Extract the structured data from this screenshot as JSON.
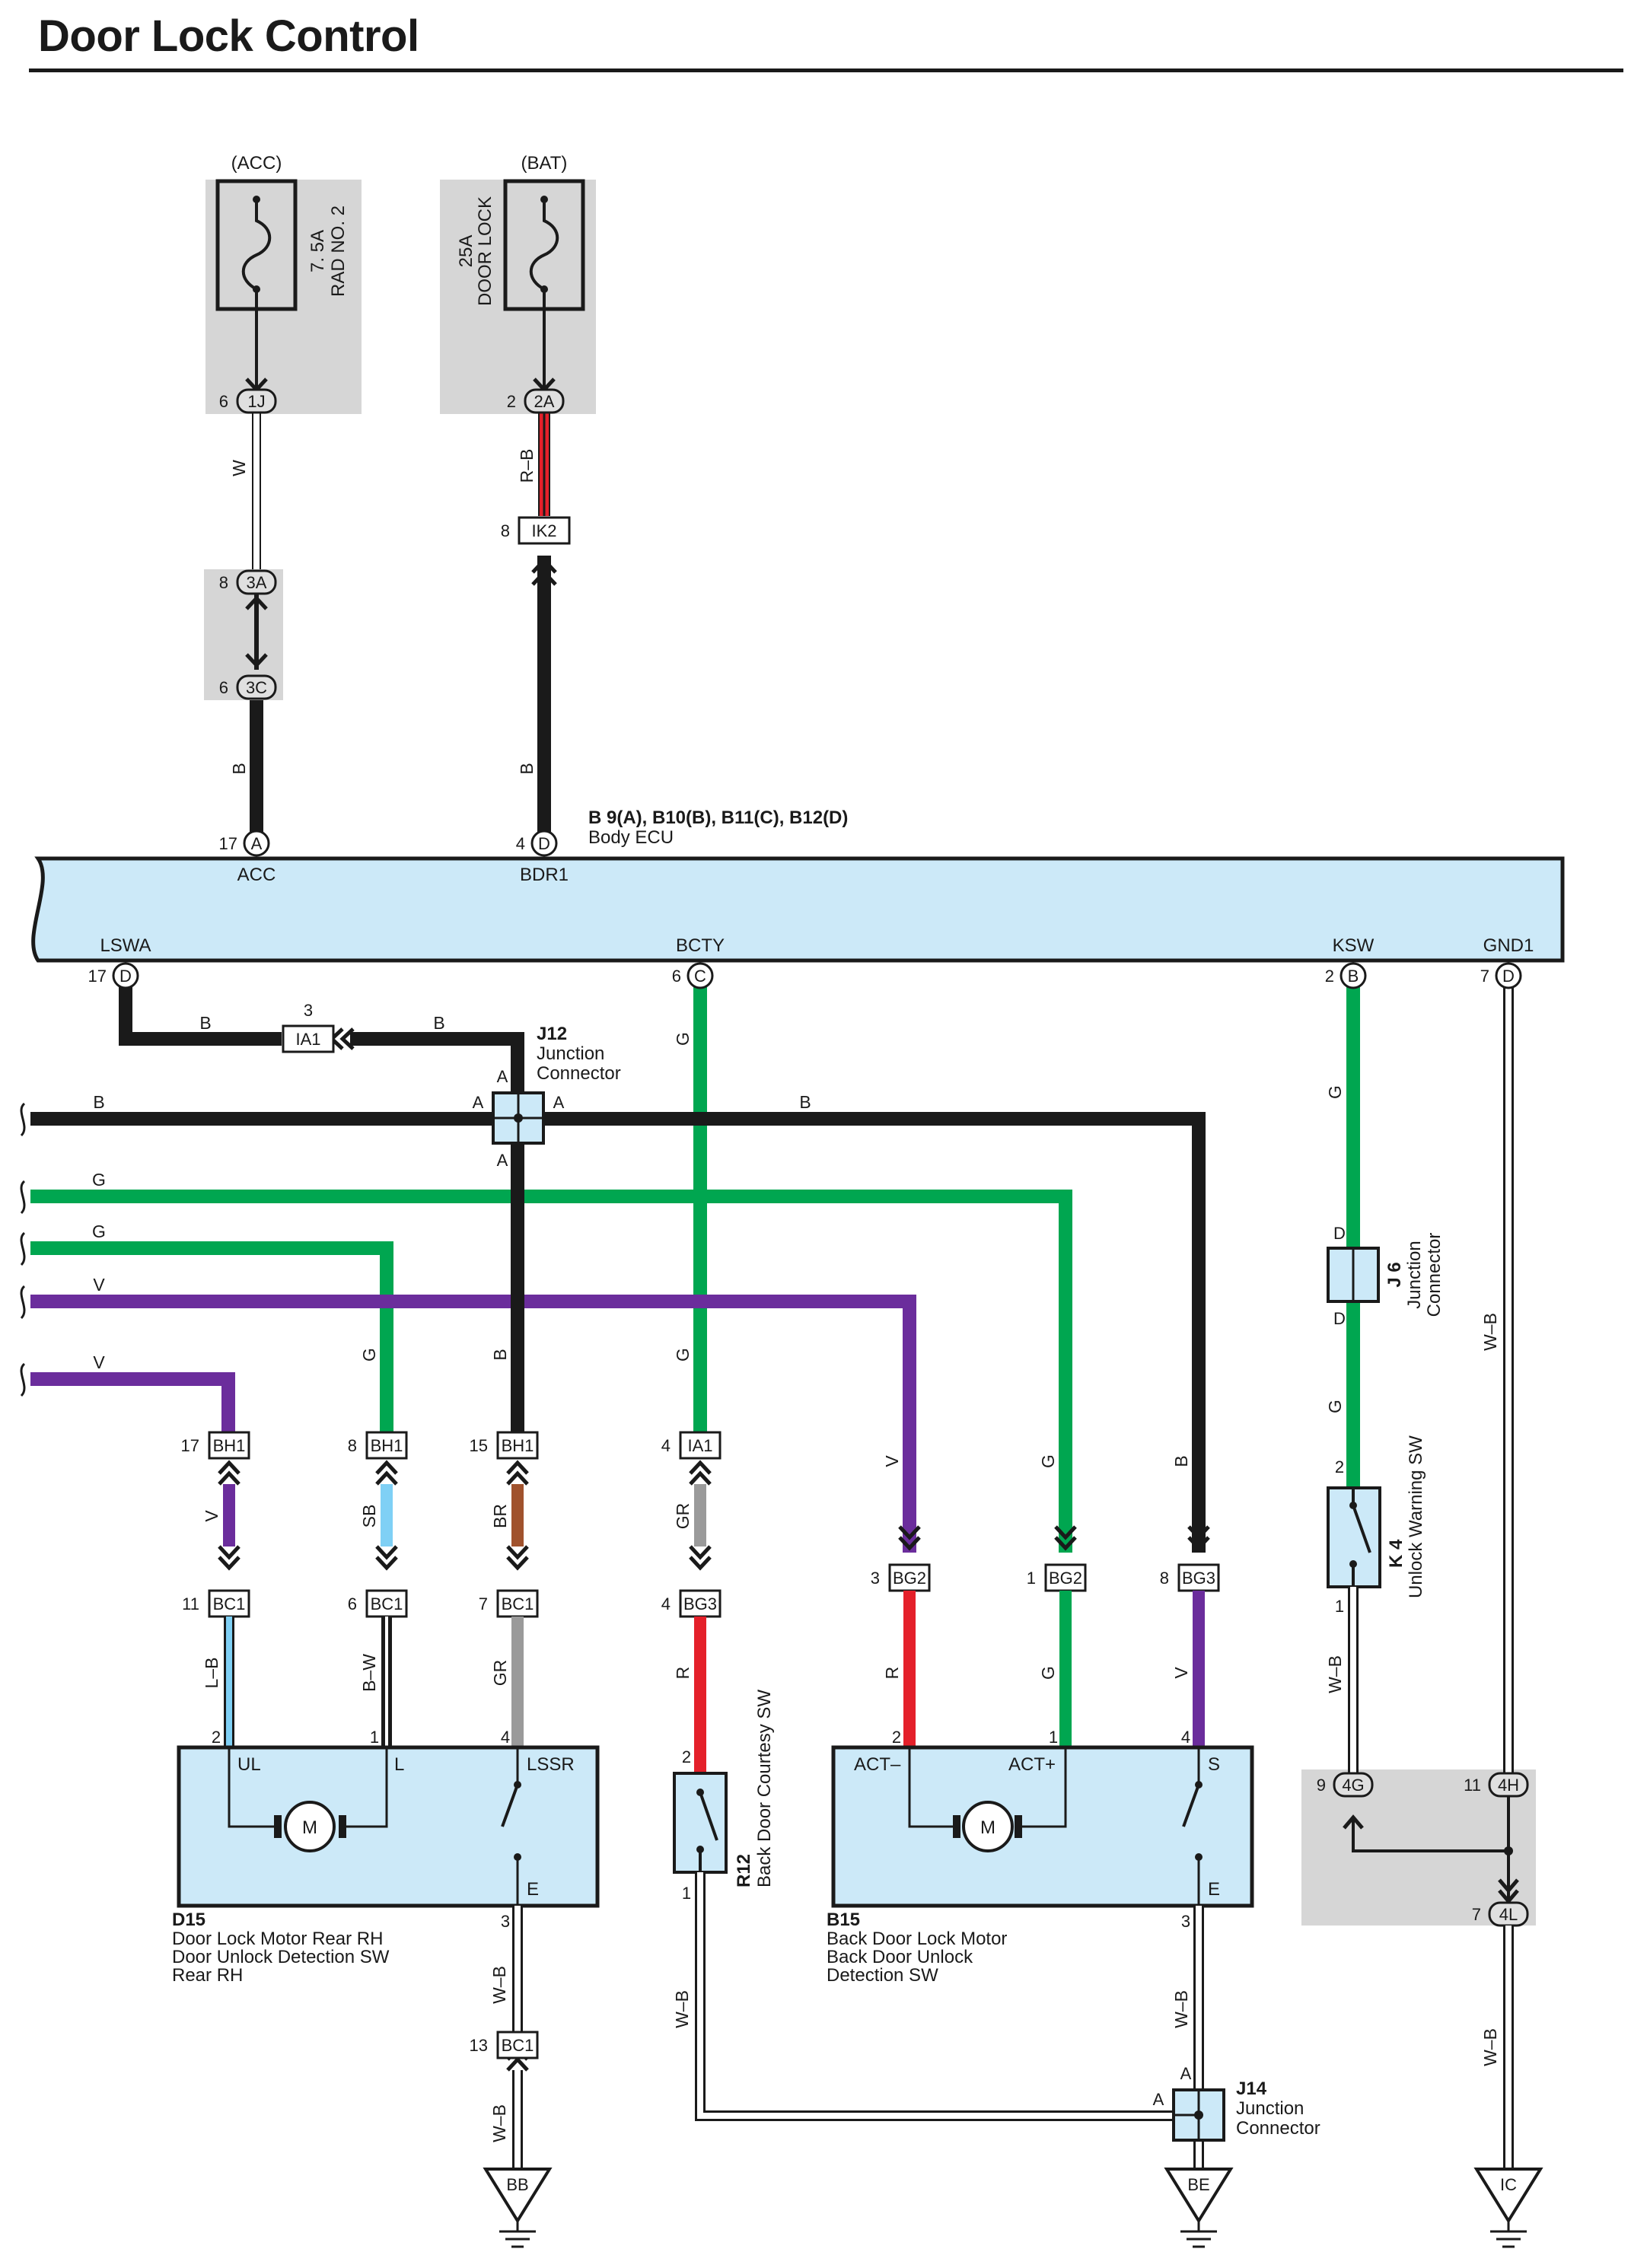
{
  "title": "Door Lock Control",
  "colors": {
    "black": "#1a1a1a",
    "green": "#00a650",
    "purple": "#6b2d9c",
    "red": "#e4202a",
    "light_blue": "#7fd0f5",
    "brown": "#a0522d",
    "gray": "#9a9a9a",
    "ecu_fill": "#cce9f8",
    "shade": "#d6d6d6"
  },
  "fuses": [
    {
      "source": "(ACC)",
      "line1": "7. 5A",
      "line2": "RAD NO. 2"
    },
    {
      "source": "(BAT)",
      "line1": "25A",
      "line2": "DOOR LOCK"
    }
  ],
  "ecu": {
    "refs": "B 9(A), B10(B), B11(C), B12(D)",
    "name": "Body ECU",
    "top_pins": [
      {
        "name": "ACC",
        "pin": "17",
        "conn": "A"
      },
      {
        "name": "BDR1",
        "pin": "4",
        "conn": "D"
      }
    ],
    "bottom_pins": [
      {
        "name": "LSWA",
        "pin": "17",
        "conn": "D"
      },
      {
        "name": "BCTY",
        "pin": "6",
        "conn": "C"
      },
      {
        "name": "KSW",
        "pin": "2",
        "conn": "B"
      },
      {
        "name": "GND1",
        "pin": "7",
        "conn": "D"
      }
    ]
  },
  "connectors": {
    "c1J": {
      "pin": "6",
      "id": "1J"
    },
    "c2A": {
      "pin": "2",
      "id": "2A"
    },
    "c3A": {
      "pin": "8",
      "id": "3A"
    },
    "c3C": {
      "pin": "6",
      "id": "3C"
    },
    "cIK2": {
      "pin": "8",
      "id": "IK2"
    },
    "cIA1a": {
      "pin": "3",
      "id": "IA1"
    },
    "cBH1a": {
      "pin": "17",
      "id": "BH1"
    },
    "cBH1b": {
      "pin": "8",
      "id": "BH1"
    },
    "cBH1c": {
      "pin": "15",
      "id": "BH1"
    },
    "cIA1b": {
      "pin": "4",
      "id": "IA1"
    },
    "cBC1a": {
      "pin": "11",
      "id": "BC1"
    },
    "cBC1b": {
      "pin": "6",
      "id": "BC1"
    },
    "cBC1c": {
      "pin": "7",
      "id": "BC1"
    },
    "cBG3a": {
      "pin": "4",
      "id": "BG3"
    },
    "cBG2a": {
      "pin": "3",
      "id": "BG2"
    },
    "cBG2b": {
      "pin": "1",
      "id": "BG2"
    },
    "cBG3b": {
      "pin": "8",
      "id": "BG3"
    },
    "cBC1d": {
      "pin": "13",
      "id": "BC1"
    },
    "c4G": {
      "pin": "9",
      "id": "4G"
    },
    "c4H": {
      "pin": "11",
      "id": "4H"
    },
    "c4L": {
      "pin": "7",
      "id": "4L"
    }
  },
  "wire_labels": {
    "w1": "W",
    "rb": "R–B",
    "b_acc": "B",
    "b_bdr": "B",
    "b_lswa": "B",
    "b_lswa2": "B",
    "g_bcty": "G",
    "g_ksw": "G",
    "wb_gnd": "W–B",
    "g_j6": "G",
    "h_b": "B",
    "h_b2": "B",
    "h_g1": "G",
    "h_g2": "G",
    "h_v1": "V",
    "h_v2": "V",
    "v_g_bh": "G",
    "v_b_bh": "B",
    "v_g_ia": "G",
    "v_v_bg": "V",
    "v_g_bg": "G",
    "v_b_bg": "B",
    "v_v": "V",
    "v_sb": "SB",
    "v_br": "BR",
    "v_gr": "GR",
    "v_lb": "L–B",
    "v_bw": "B–W",
    "v_gr2": "GR",
    "v_r1": "R",
    "v_r2": "R",
    "v_g3": "G",
    "v_v3": "V",
    "v_wb_d15": "W–B",
    "v_wb_d15b": "W–B",
    "v_wb_r12": "W–B",
    "v_wb_b15": "W–B",
    "v_wb_k4": "W–B",
    "v_wb_ic": "W–B"
  },
  "junctions": {
    "j12": {
      "code": "J12",
      "line1": "Junction",
      "line2": "Connector",
      "pins": [
        "A",
        "A",
        "A",
        "A"
      ]
    },
    "j6": {
      "code": "J 6",
      "line1": "Junction",
      "line2": "Connector",
      "pins": [
        "D",
        "D"
      ]
    },
    "j14": {
      "code": "J14",
      "line1": "Junction",
      "line2": "Connector",
      "pins": [
        "A",
        "A"
      ]
    }
  },
  "k4": {
    "code": "K 4",
    "name": "Unlock Warning SW",
    "pins": [
      "2",
      "1"
    ]
  },
  "r12": {
    "code": "R12",
    "name": "Back Door Courtesy SW",
    "pins": [
      "2",
      "1"
    ]
  },
  "d15": {
    "code": "D15",
    "lines": [
      "Door Lock Motor Rear RH",
      "Door Unlock Detection SW",
      "Rear RH"
    ],
    "terminals": [
      "UL",
      "L",
      "LSSR",
      "E"
    ],
    "pins": [
      "2",
      "1",
      "4",
      "3"
    ],
    "motor": "M"
  },
  "b15": {
    "code": "B15",
    "lines": [
      "Back Door Lock Motor",
      "Back Door Unlock",
      "Detection SW"
    ],
    "terminals": [
      "ACT–",
      "ACT+",
      "S",
      "E"
    ],
    "pins": [
      "2",
      "1",
      "4",
      "3"
    ],
    "motor": "M"
  },
  "grounds": [
    "BB",
    "BE",
    "IC"
  ]
}
